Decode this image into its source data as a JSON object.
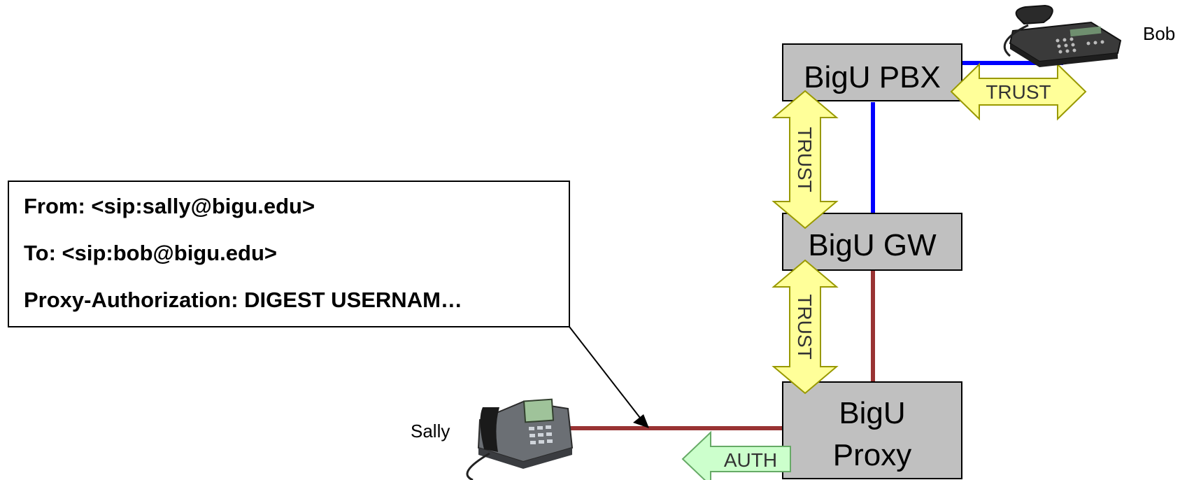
{
  "nodes": {
    "pbx": "BigU PBX",
    "gw": "BigU GW",
    "proxy_line1": "BigU",
    "proxy_line2": "Proxy"
  },
  "endpoints": {
    "bob": "Bob",
    "sally": "Sally"
  },
  "arrows": {
    "trust_label": "TRUST",
    "auth_label": "AUTH"
  },
  "callout": {
    "from": "From: <sip:sally@bigu.edu>",
    "to": "To: <sip:bob@bigu.edu>",
    "proxy_auth": "Proxy-Authorization: DIGEST USERNAM…"
  },
  "colors": {
    "node_fill": "#c0c0c0",
    "trust_fill": "#ffff99",
    "auth_fill": "#ccffcc",
    "link_blue": "#0000ff",
    "link_red": "#993333"
  }
}
